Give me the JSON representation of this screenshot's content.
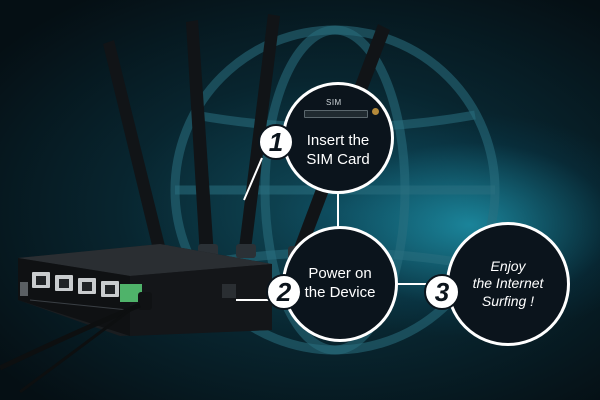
{
  "steps": [
    {
      "number": "1",
      "line1": "Insert the",
      "line2": "SIM Card"
    },
    {
      "number": "2",
      "line1": "Power on",
      "line2": "the Device"
    },
    {
      "number": "3",
      "line1": "Enjoy",
      "line2": "the Internet",
      "line3": "Surfing !"
    }
  ],
  "sim_label": "SIM",
  "colors": {
    "circle_fill": "#0b141c",
    "circle_border": "#ffffff",
    "accent_glow": "#28c8e6",
    "background": "#06141a"
  },
  "icons": [
    "globe-icon",
    "router-device",
    "antenna",
    "power-cable"
  ]
}
